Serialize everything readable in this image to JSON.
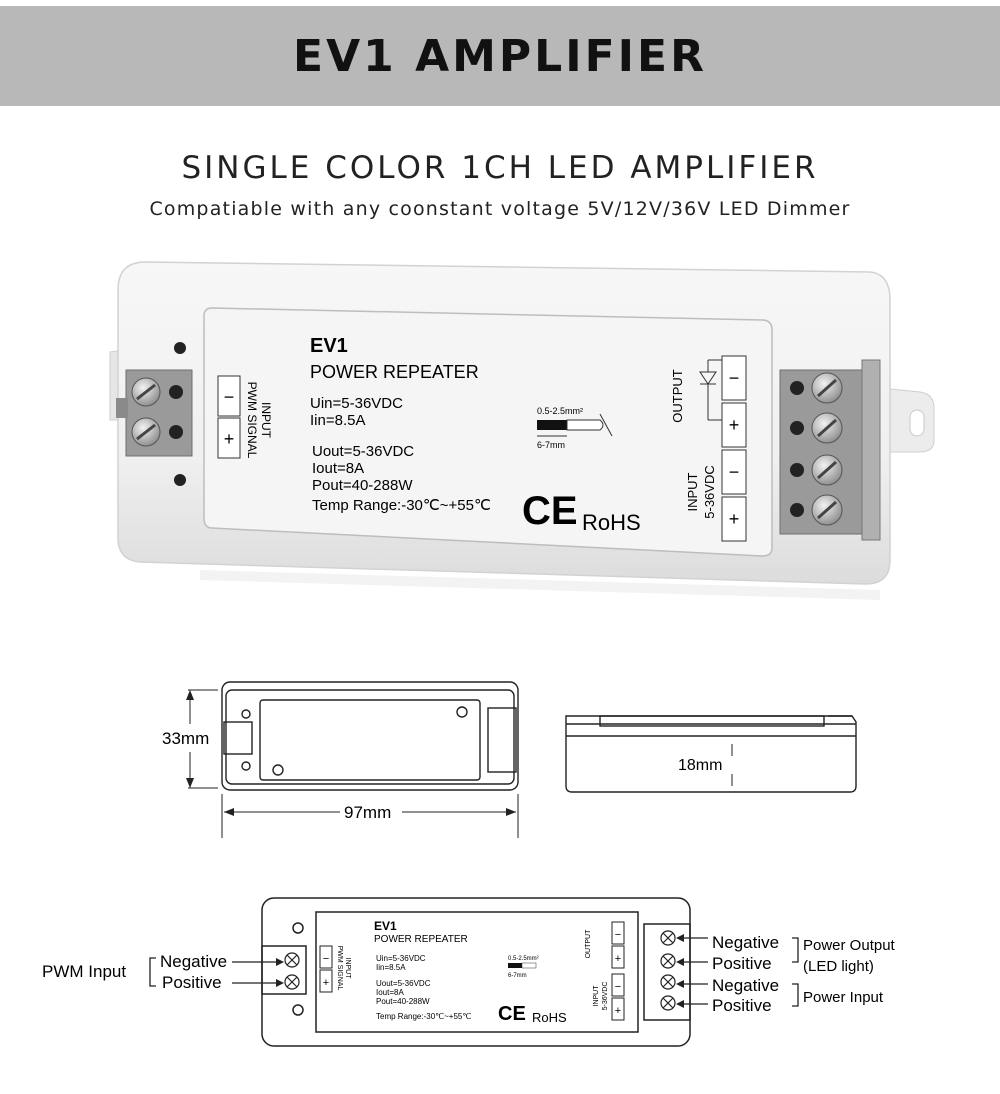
{
  "header": {
    "title": "EV1 AMPLIFIER"
  },
  "subtitle": "SINGLE COLOR 1CH LED AMPLIFIER",
  "tagline": "Compatiable with any coonstant voltage 5V/12V/36V LED Dimmer",
  "label": {
    "model": "EV1",
    "product": "POWER REPEATER",
    "specs": [
      "Uin=5-36VDC",
      "Iin=8.5A",
      "Uout=5-36VDC",
      "Iout=8A",
      "Pout=40-288W",
      "Temp Range:-30℃~+55℃"
    ],
    "wire_size": "0.5-2.5mm²",
    "strip_length": "6-7mm",
    "ce": "CE",
    "rohs": "RoHS",
    "input_signal": [
      "INPUT",
      "PWM SIGNAL"
    ],
    "output": "OUTPUT",
    "input_power": [
      "INPUT",
      "5-36VDC"
    ],
    "minus": "−",
    "plus": "+"
  },
  "dimensions": {
    "height": "33mm",
    "length": "97mm",
    "depth": "18mm"
  },
  "wiring": {
    "pwm_input": "PWM Input",
    "negative": "Negative",
    "positive": "Positive",
    "power_output": "Power Output",
    "led_light": "(LED light)",
    "power_input": "Power Input"
  }
}
